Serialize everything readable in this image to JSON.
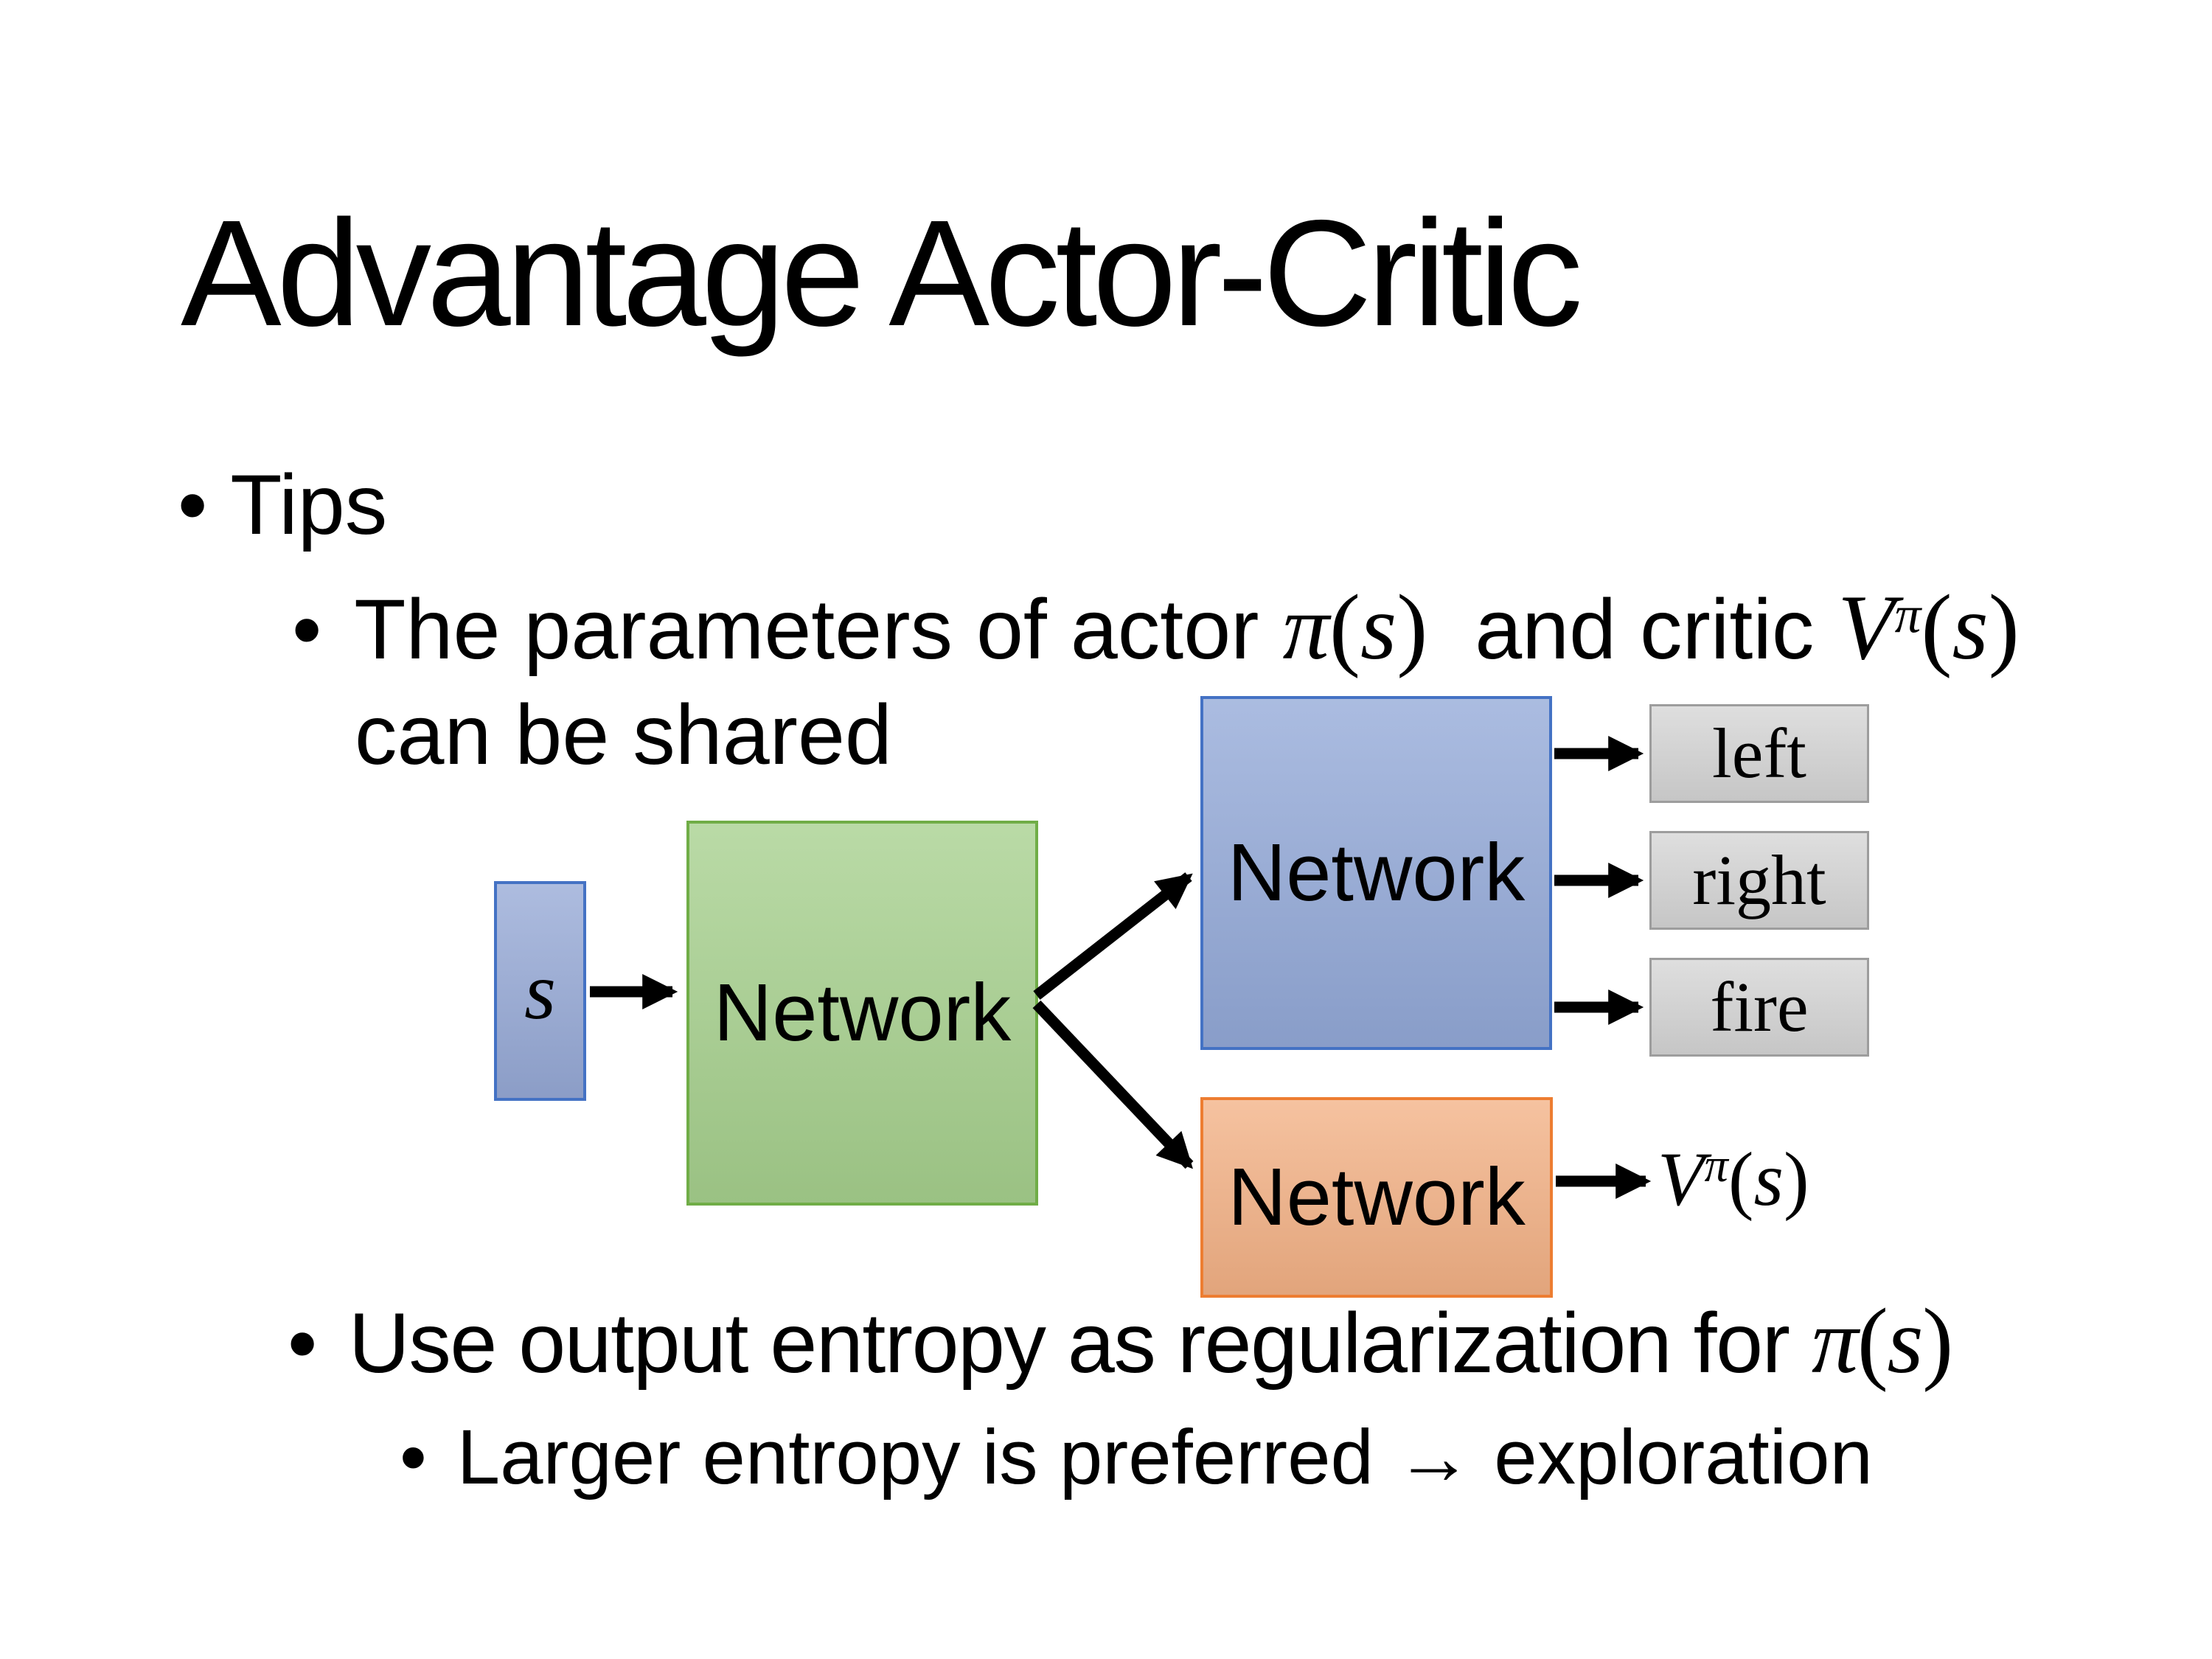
{
  "slide": {
    "title": "Advantage Actor-Critic",
    "bullet_char": "•",
    "bullets": {
      "tips": "Tips",
      "param_line": {
        "pre": "The parameters of actor ",
        "math_actor": {
          "base": "π",
          "open": "(",
          "var": "s",
          "close": ")"
        },
        "mid": "  and critic ",
        "math_critic": {
          "base": "V",
          "sup": "π",
          "open": "(",
          "var": "s",
          "close": ")"
        },
        "line2": "can be shared"
      },
      "entropy_line": {
        "pre": "Use output entropy as regularization for ",
        "math": {
          "base": "π",
          "open": "(",
          "var": "s",
          "close": ")"
        }
      },
      "exploration_line": "Larger entropy is preferred → exploration"
    },
    "diagram": {
      "input_label": "s",
      "shared_network_label": "Network",
      "actor_network_label": "Network",
      "critic_network_label": "Network",
      "actions": [
        "left",
        "right",
        "fire"
      ],
      "critic_output": {
        "base": "V",
        "sup": "π",
        "open": "(",
        "var": "s",
        "close": ")"
      },
      "colors": {
        "input_fill": "#96A9D6",
        "input_border": "#4472C4",
        "shared_fill": "#A6D08D",
        "shared_border": "#70AD47",
        "actor_fill": "#93A9D8",
        "actor_border": "#4472C4",
        "critic_fill": "#F3B185",
        "critic_border": "#ED7D31",
        "action_fill": "#D5D5D5",
        "action_border": "#9D9D9D",
        "arrow": "#000000"
      }
    }
  }
}
